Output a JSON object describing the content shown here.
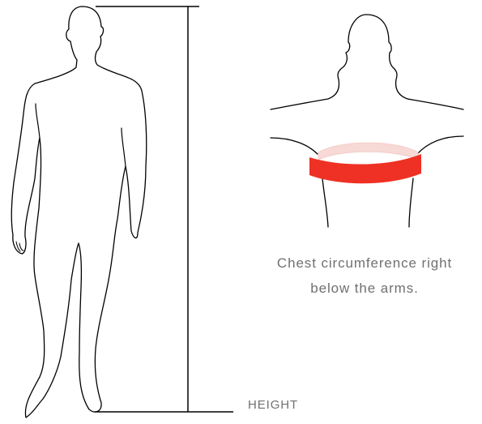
{
  "labels": {
    "height": "HEIGHT",
    "chest_caption_line_1": "Chest circumference right",
    "chest_caption_line_2": "below the arms."
  },
  "colors": {
    "outline": "#000000",
    "chest_band": "#ee3124",
    "chest_band_back": "#f7d9d6",
    "caption_text": "#707070"
  }
}
